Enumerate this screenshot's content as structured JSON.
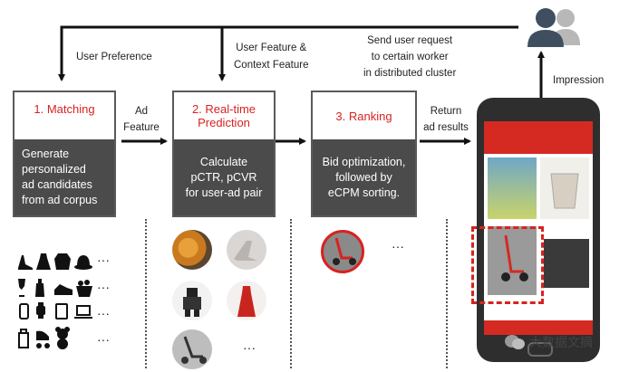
{
  "diagram": {
    "labels": {
      "user_preference": "User Preference",
      "user_feature_line1": "User Feature &",
      "user_feature_line2": "Context Feature",
      "send_line1": "Send user request",
      "send_line2": "to certain worker",
      "send_line3": "in distributed cluster",
      "impression": "Impression",
      "ad_feature_line1": "Ad",
      "ad_feature_line2": "Feature",
      "return_line1": "Return",
      "return_line2": "ad results"
    },
    "boxes": [
      {
        "title": "1. Matching",
        "body": [
          "Generate",
          "personalized",
          "ad candidates",
          "from ad corpus"
        ]
      },
      {
        "title_line1": "2. Real-time",
        "title_line2": "Prediction",
        "body": [
          "Calculate",
          "pCTR, pCVR",
          "for user-ad pair"
        ]
      },
      {
        "title": "3. Ranking",
        "body": [
          "Bid optimization,",
          "followed by",
          "eCPM sorting."
        ]
      }
    ],
    "ellipsis": "···",
    "watermark": "大数据文摘",
    "colors": {
      "accent": "#d7231f",
      "box_body": "#4b4b4b",
      "arrow": "#111111",
      "phone": "#2e2e2e"
    }
  }
}
